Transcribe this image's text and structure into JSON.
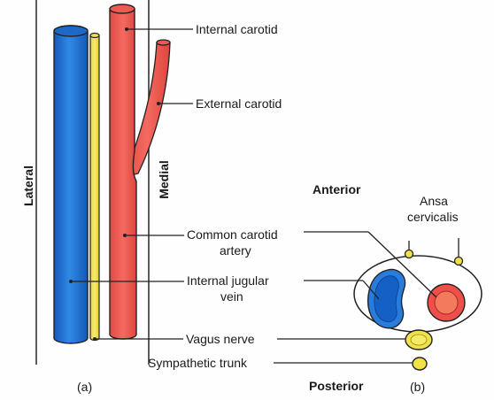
{
  "panel_a": {
    "caption": "(a)",
    "side_lateral": "Lateral",
    "side_medial": "Medial",
    "labels": {
      "internal_carotid": "Internal carotid",
      "external_carotid": "External carotid",
      "common_carotid_line1": "Common carotid",
      "common_carotid_line2": "artery",
      "internal_jugular_line1": "Internal jugular",
      "internal_jugular_line2": "vein",
      "vagus": "Vagus nerve",
      "sympathetic": "Sympathetic trunk"
    }
  },
  "panel_b": {
    "caption": "(b)",
    "anterior": "Anterior",
    "posterior": "Posterior",
    "ansa_line1": "Ansa",
    "ansa_line2": "cervicalis"
  },
  "colors": {
    "vein_blue": "#1e73d8",
    "artery_red": "#ee5a52",
    "nerve_yellow": "#f2e24a",
    "outline": "#222222",
    "sheath_fill": "#ffffff"
  }
}
